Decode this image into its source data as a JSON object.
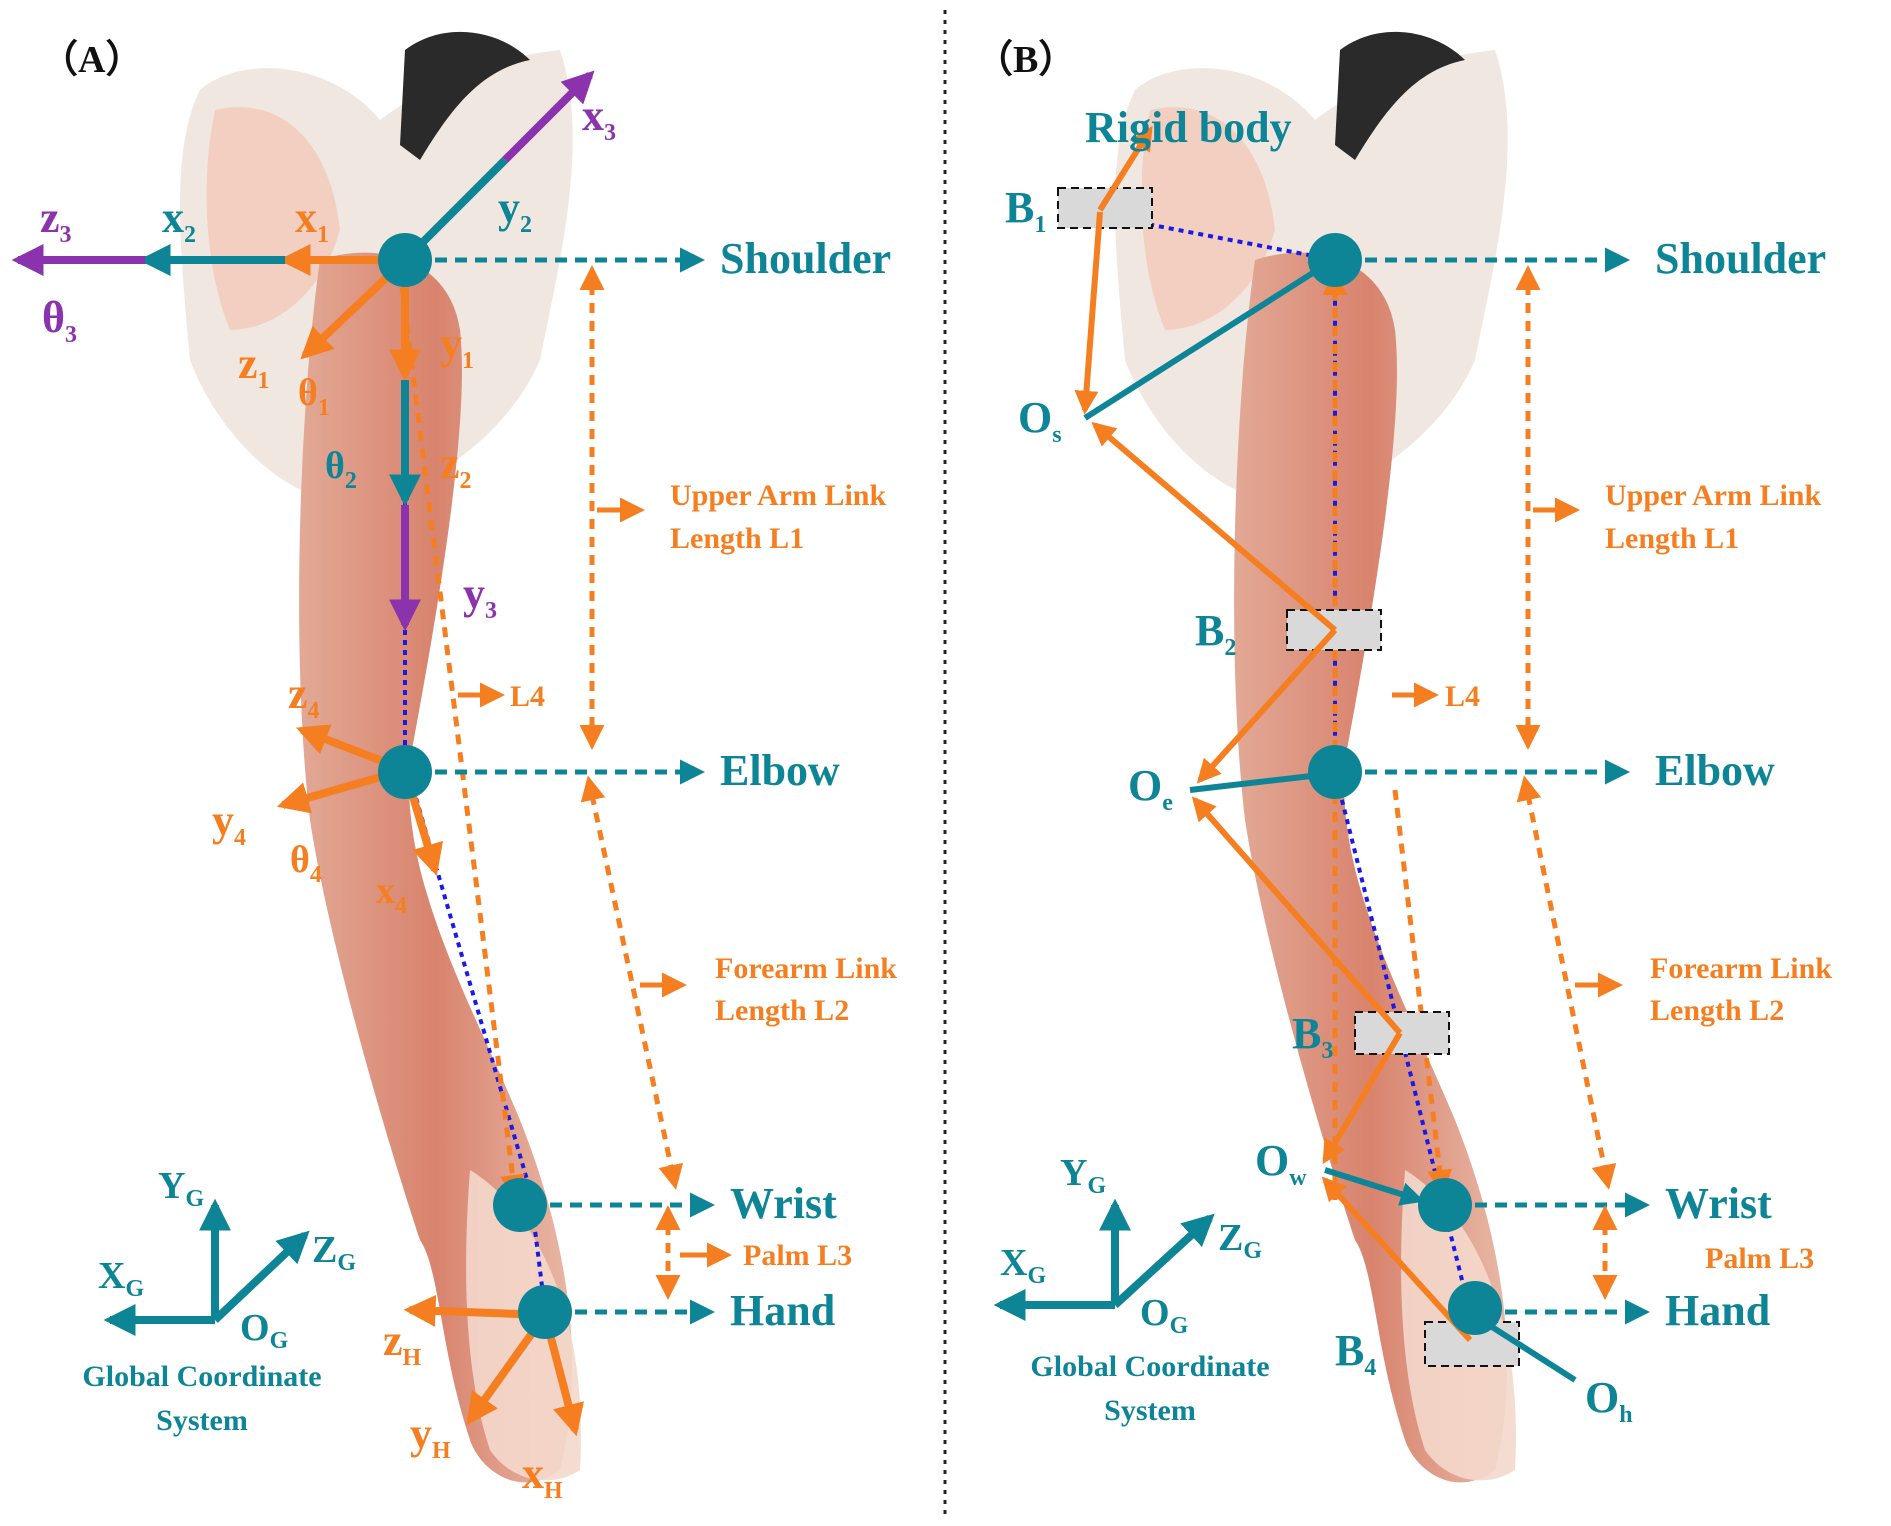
{
  "colors": {
    "teal": "#0e8596",
    "orange": "#f57f20",
    "purple": "#8a33ad",
    "blue_dotted": "#1a1ae6",
    "skin": "#e7b7a3",
    "muscle": "#cf7a68",
    "box_fill": "#d9d9d9"
  },
  "panels": {
    "a": {
      "label": "（A）",
      "joints": {
        "shoulder": "Shoulder",
        "elbow": "Elbow",
        "wrist": "Wrist",
        "hand": "Hand"
      },
      "links": {
        "upper_line1": "Upper Arm Link",
        "upper_line2": "Length L1",
        "forearm_line1": "Forearm Link",
        "forearm_line2": "Length L2",
        "palm": "Palm L3",
        "l4": "L4"
      },
      "axes": {
        "x1": {
          "base": "x",
          "sub": "1"
        },
        "y1": {
          "base": "y",
          "sub": "1"
        },
        "z1": {
          "base": "z",
          "sub": "1"
        },
        "x2": {
          "base": "x",
          "sub": "2"
        },
        "y2": {
          "base": "y",
          "sub": "2"
        },
        "z2": {
          "base": "z",
          "sub": "2"
        },
        "x3": {
          "base": "x",
          "sub": "3"
        },
        "y3": {
          "base": "y",
          "sub": "3"
        },
        "z3": {
          "base": "z",
          "sub": "3"
        },
        "x4": {
          "base": "x",
          "sub": "4"
        },
        "y4": {
          "base": "y",
          "sub": "4"
        },
        "z4": {
          "base": "z",
          "sub": "4"
        },
        "xH": {
          "base": "x",
          "sub": "H"
        },
        "yH": {
          "base": "y",
          "sub": "H"
        },
        "zH": {
          "base": "z",
          "sub": "H"
        },
        "t1": {
          "base": "θ",
          "sub": "1"
        },
        "t2": {
          "base": "θ",
          "sub": "2"
        },
        "t3": {
          "base": "θ",
          "sub": "3"
        },
        "t4": {
          "base": "θ",
          "sub": "4"
        }
      },
      "global": {
        "XG": {
          "base": "X",
          "sub": "G"
        },
        "YG": {
          "base": "Y",
          "sub": "G"
        },
        "ZG": {
          "base": "Z",
          "sub": "G"
        },
        "OG": {
          "base": "O",
          "sub": "G"
        },
        "line1": "Global Coordinate",
        "line2": "System"
      }
    },
    "b": {
      "label": "（B）",
      "rigid_body": "Rigid body",
      "joints": {
        "shoulder": "Shoulder",
        "elbow": "Elbow",
        "wrist": "Wrist",
        "hand": "Hand"
      },
      "links": {
        "upper_line1": "Upper Arm Link",
        "upper_line2": "Length L1",
        "forearm_line1": "Forearm Link",
        "forearm_line2": "Length L2",
        "palm": "Palm L3",
        "l4": "L4"
      },
      "markers": {
        "B1": {
          "base": "B",
          "sub": "1"
        },
        "B2": {
          "base": "B",
          "sub": "2"
        },
        "B3": {
          "base": "B",
          "sub": "3"
        },
        "B4": {
          "base": "B",
          "sub": "4"
        },
        "Os": {
          "base": "O",
          "sub": "s"
        },
        "Oe": {
          "base": "O",
          "sub": "e"
        },
        "Ow": {
          "base": "O",
          "sub": "w"
        },
        "Oh": {
          "base": "O",
          "sub": "h"
        }
      },
      "global": {
        "XG": {
          "base": "X",
          "sub": "G"
        },
        "YG": {
          "base": "Y",
          "sub": "G"
        },
        "ZG": {
          "base": "Z",
          "sub": "G"
        },
        "OG": {
          "base": "O",
          "sub": "G"
        },
        "line1": "Global Coordinate",
        "line2": "System"
      }
    }
  }
}
